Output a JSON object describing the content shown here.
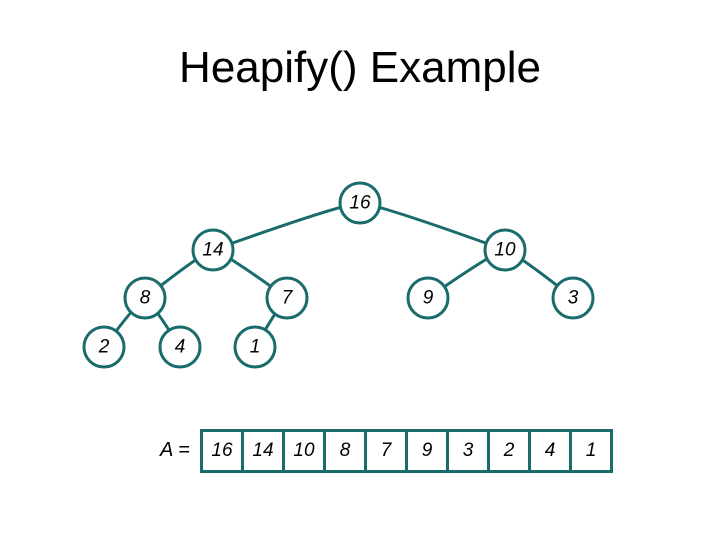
{
  "title": "Heapify() Example",
  "colors": {
    "accent": "#1a6b6b",
    "node_fill": "#ffffff",
    "text": "#000000"
  },
  "tree": {
    "nodes": [
      {
        "id": "n1",
        "label": "16"
      },
      {
        "id": "n2",
        "label": "14"
      },
      {
        "id": "n3",
        "label": "10"
      },
      {
        "id": "n4",
        "label": "8"
      },
      {
        "id": "n5",
        "label": "7"
      },
      {
        "id": "n6",
        "label": "9"
      },
      {
        "id": "n7",
        "label": "3"
      },
      {
        "id": "n8",
        "label": "2"
      },
      {
        "id": "n9",
        "label": "4"
      },
      {
        "id": "n10",
        "label": "1"
      }
    ],
    "edges": [
      [
        "n1",
        "n2"
      ],
      [
        "n1",
        "n3"
      ],
      [
        "n2",
        "n4"
      ],
      [
        "n2",
        "n5"
      ],
      [
        "n3",
        "n6"
      ],
      [
        "n3",
        "n7"
      ],
      [
        "n4",
        "n8"
      ],
      [
        "n4",
        "n9"
      ],
      [
        "n5",
        "n10"
      ]
    ]
  },
  "array": {
    "label": "A =",
    "values": [
      "16",
      "14",
      "10",
      "8",
      "7",
      "9",
      "3",
      "2",
      "4",
      "1"
    ]
  }
}
